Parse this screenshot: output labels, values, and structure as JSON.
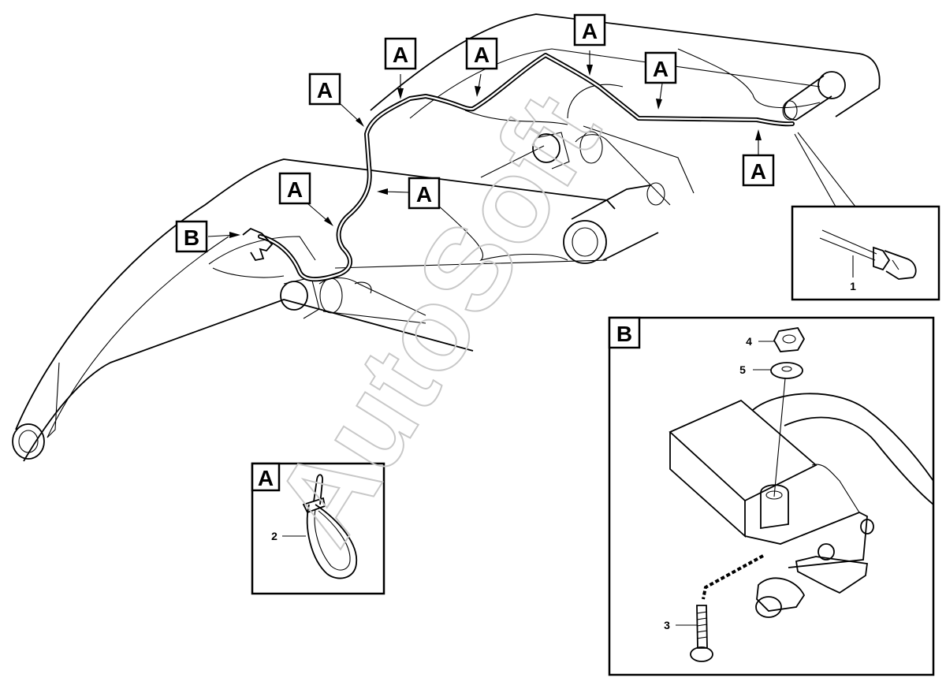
{
  "figure": {
    "watermark": "AutoSoft",
    "callouts": [
      {
        "id": "c1",
        "label": "A"
      },
      {
        "id": "c2",
        "label": "A"
      },
      {
        "id": "c3",
        "label": "A"
      },
      {
        "id": "c4",
        "label": "A"
      },
      {
        "id": "c5",
        "label": "A"
      },
      {
        "id": "c6",
        "label": "A"
      },
      {
        "id": "c7",
        "label": "A"
      },
      {
        "id": "c8",
        "label": "A"
      },
      {
        "id": "c9",
        "label": "B"
      }
    ],
    "detail_connector": {
      "item": "1"
    },
    "detail_tie": {
      "title": "A",
      "item": "2"
    },
    "detail_sensor": {
      "title": "B",
      "items": [
        "4",
        "5",
        "3"
      ]
    }
  }
}
